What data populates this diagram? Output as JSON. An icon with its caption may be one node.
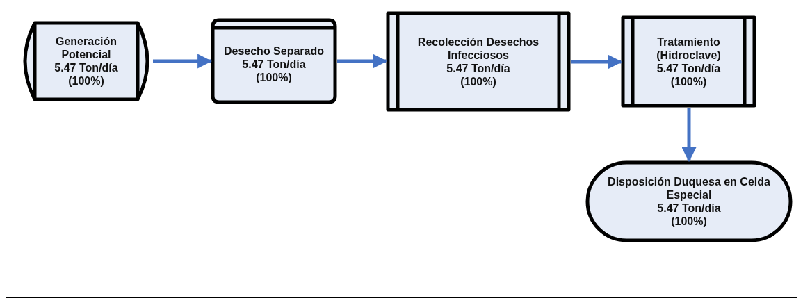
{
  "diagram": {
    "nodes": [
      {
        "text": [
          "Generación Potencial",
          "5.47 Ton/día",
          "(100%)"
        ]
      },
      {
        "text": [
          "Desecho Separado",
          "5.47 Ton/día",
          "(100%)"
        ]
      },
      {
        "text": [
          "Recolección Desechos Infecciosos",
          "5.47 Ton/día",
          "(100%)"
        ]
      },
      {
        "text": [
          "Tratamiento (Hidroclave)",
          "5.47 Ton/día",
          "(100%)"
        ]
      },
      {
        "text": [
          "Disposición Duquesa en Celda Especial",
          "5.47 Ton/día",
          "(100%)"
        ]
      }
    ],
    "edges": [
      {
        "from": 0,
        "to": 1,
        "arrow": "to"
      },
      {
        "from": 1,
        "to": 2,
        "arrow": "to"
      },
      {
        "from": 2,
        "to": 3,
        "arrow": "to"
      },
      {
        "from": 3,
        "to": 4,
        "arrow": "to"
      }
    ]
  }
}
